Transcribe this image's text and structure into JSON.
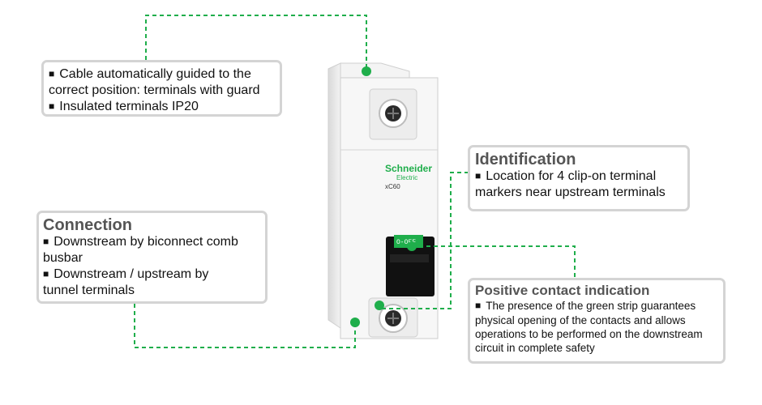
{
  "colors": {
    "accent_green": "#1fae4b",
    "callout_border": "#d4d4d4",
    "title_gray": "#555555",
    "brand_green": "#3dcd58"
  },
  "bullet_glyph": "■",
  "product": {
    "brand": "Schneider",
    "brand_sub": "Electric",
    "model": "xC60",
    "switch_label": "O-OFF"
  },
  "callouts": {
    "cable": {
      "lines": [
        "Cable automatically guided to the",
        "correct position: terminals with guard",
        "Insulated terminals IP20"
      ]
    },
    "identification": {
      "title": "Identification",
      "lines": [
        "Location for 4 clip-on terminal",
        "markers near upstream terminals"
      ]
    },
    "connection": {
      "title": "Connection",
      "lines": [
        "Downstream by biconnect comb",
        "busbar",
        "Downstream / upstream by",
        "tunnel terminals"
      ]
    },
    "positive_contact": {
      "title": "Positive contact indication",
      "lines": [
        "The presence of the green strip guarantees",
        "physical opening of the contacts and allows",
        "operations to be performed on the downstream",
        "circuit in complete safety"
      ]
    }
  }
}
